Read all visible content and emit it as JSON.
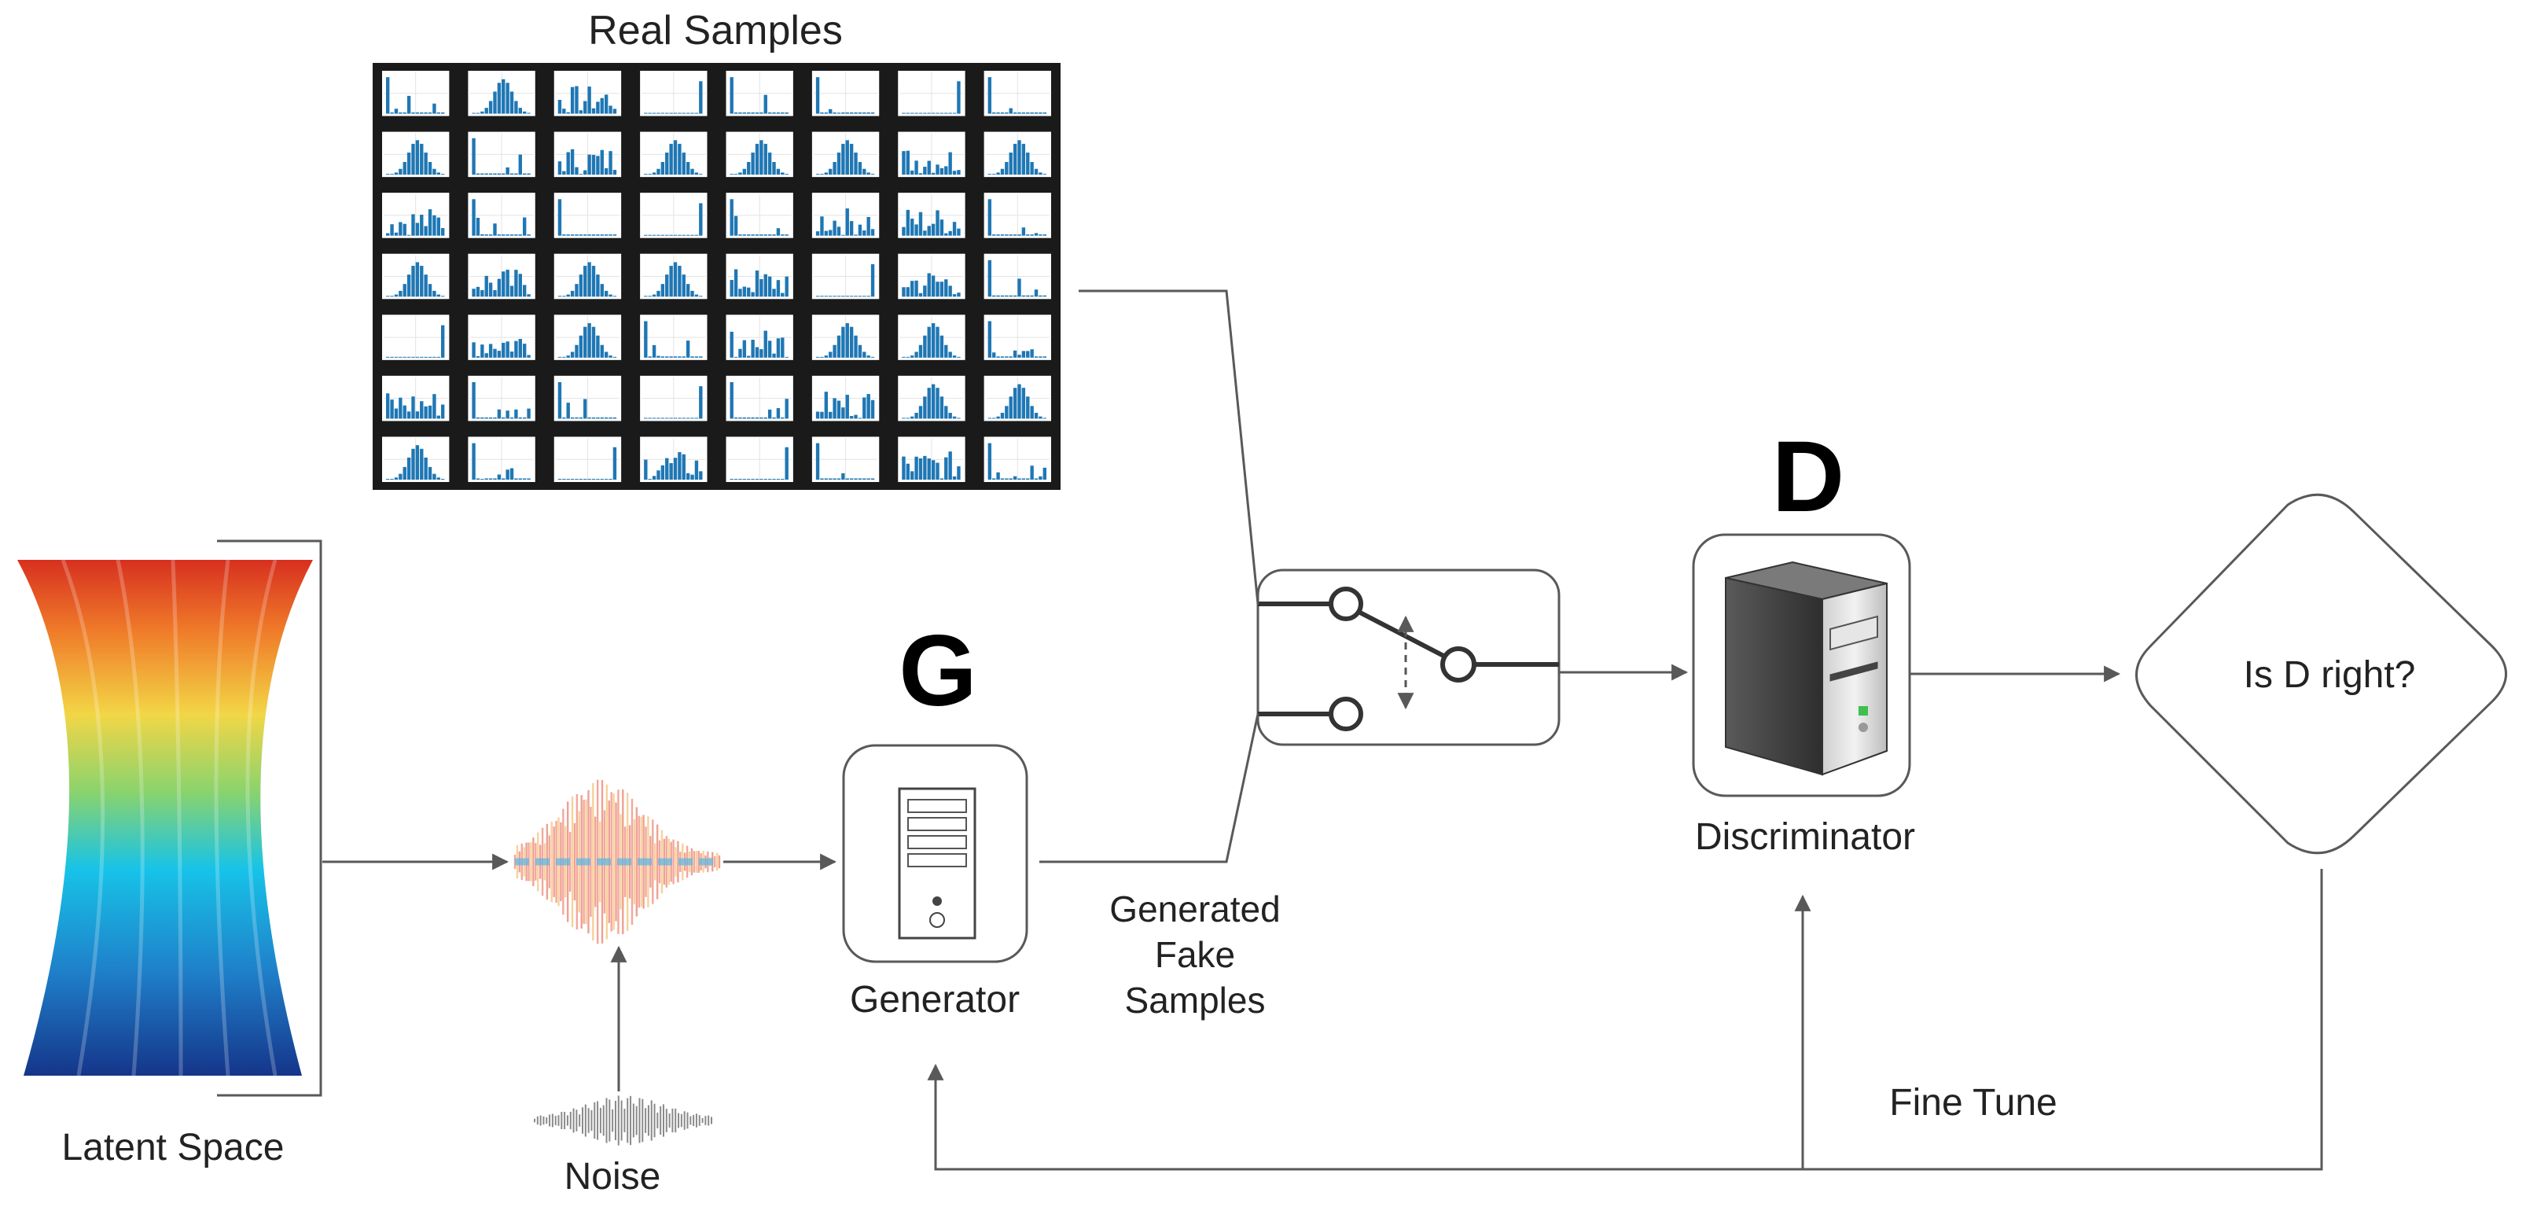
{
  "labels": {
    "real_samples": "Real Samples",
    "generator_letter": "G",
    "generator": "Generator",
    "discriminator_letter": "D",
    "discriminator": "Discriminator",
    "decision": "Is D right?",
    "fake_line1": "Generated",
    "fake_line2": "Fake",
    "fake_line3": "Samples",
    "latent_space": "Latent Space",
    "noise": "Noise",
    "fine_tune": "Fine Tune"
  },
  "colors": {
    "line": "#595959",
    "histogram_blue": "#1f77b4",
    "grid_background": "#1a1a1a"
  },
  "grid": {
    "rows": 7,
    "cols": 8
  }
}
